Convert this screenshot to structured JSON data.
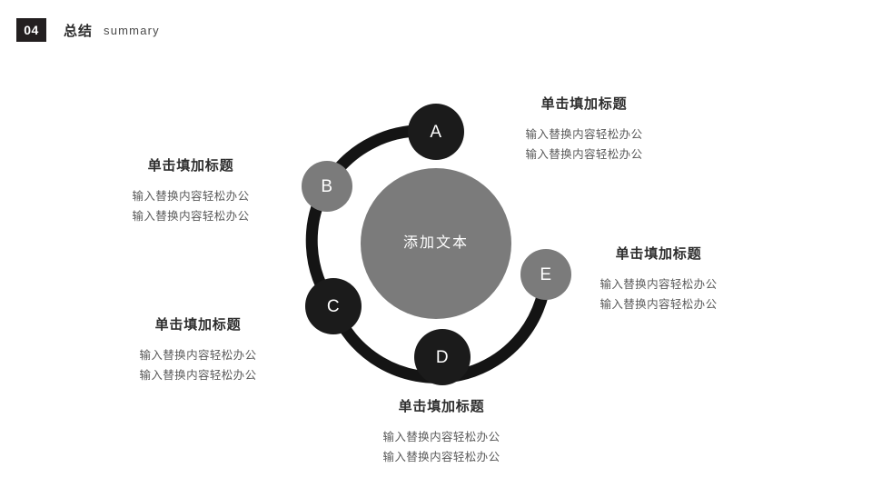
{
  "header": {
    "number": "04",
    "title_cn": "总结",
    "title_en": "summary"
  },
  "diagram": {
    "hub": {
      "label": "添加文本",
      "color": "#7b7b7b",
      "text_color": "#ffffff"
    },
    "ring": {
      "color": "#141414",
      "thickness": 13
    },
    "nodes": [
      {
        "id": "A",
        "letter": "A",
        "color": "#1b1b1b"
      },
      {
        "id": "B",
        "letter": "B",
        "color": "#7b7b7b"
      },
      {
        "id": "C",
        "letter": "C",
        "color": "#1b1b1b"
      },
      {
        "id": "D",
        "letter": "D",
        "color": "#1b1b1b"
      },
      {
        "id": "E",
        "letter": "E",
        "color": "#7b7b7b"
      }
    ]
  },
  "callouts": [
    {
      "id": "A",
      "title": "单击填加标题",
      "lines": [
        "输入替换内容轻松办公",
        "输入替换内容轻松办公"
      ]
    },
    {
      "id": "B",
      "title": "单击填加标题",
      "lines": [
        "输入替换内容轻松办公",
        "输入替换内容轻松办公"
      ]
    },
    {
      "id": "C",
      "title": "单击填加标题",
      "lines": [
        "输入替换内容轻松办公",
        "输入替换内容轻松办公"
      ]
    },
    {
      "id": "D",
      "title": "单击填加标题",
      "lines": [
        "输入替换内容轻松办公",
        "输入替换内容轻松办公"
      ]
    },
    {
      "id": "E",
      "title": "单击填加标题",
      "lines": [
        "输入替换内容轻松办公",
        "输入替换内容轻松办公"
      ]
    }
  ],
  "colors": {
    "background": "#ffffff",
    "dark": "#1b1b1b",
    "gray": "#7b7b7b",
    "title_text": "#2e2e2e",
    "body_text": "#5a5a5a"
  }
}
